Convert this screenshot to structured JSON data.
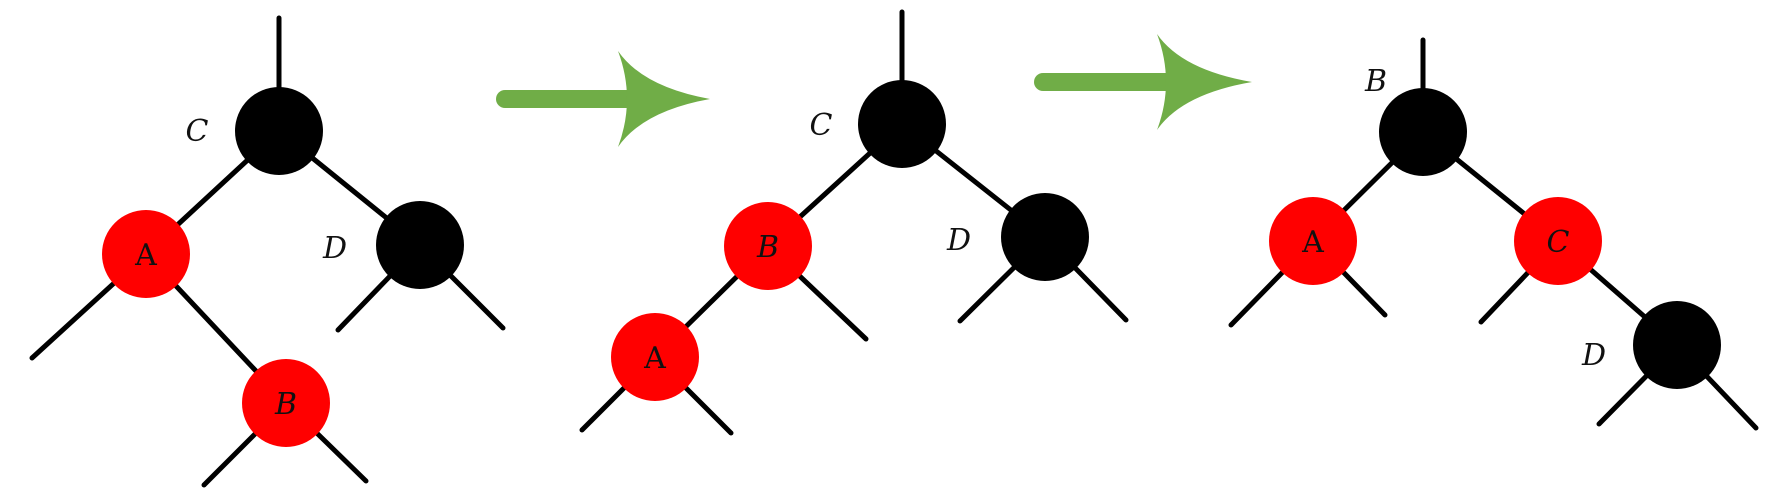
{
  "colors": {
    "red": "#ff0000",
    "black": "#000000",
    "arrow": "#70ad47",
    "edge": "#000000"
  },
  "diagrams": [
    {
      "nodes": [
        {
          "id": "C",
          "label": "C",
          "color": "black",
          "label_position": "left"
        },
        {
          "id": "A",
          "label": "A",
          "color": "red",
          "label_position": "inside"
        },
        {
          "id": "D",
          "label": "D",
          "color": "black",
          "label_position": "left"
        },
        {
          "id": "B",
          "label": "B",
          "color": "red",
          "label_position": "inside",
          "italic": true
        }
      ],
      "edges": [
        [
          "C",
          "A"
        ],
        [
          "C",
          "D"
        ],
        [
          "A",
          "B"
        ]
      ]
    },
    {
      "nodes": [
        {
          "id": "C",
          "label": "C",
          "color": "black",
          "label_position": "left"
        },
        {
          "id": "B",
          "label": "B",
          "color": "red",
          "label_position": "inside",
          "italic": true
        },
        {
          "id": "D",
          "label": "D",
          "color": "black",
          "label_position": "left"
        },
        {
          "id": "A",
          "label": "A",
          "color": "red",
          "label_position": "inside"
        }
      ],
      "edges": [
        [
          "C",
          "B"
        ],
        [
          "C",
          "D"
        ],
        [
          "B",
          "A"
        ]
      ]
    },
    {
      "nodes": [
        {
          "id": "B",
          "label": "B",
          "color": "black",
          "label_position": "left"
        },
        {
          "id": "A",
          "label": "A",
          "color": "red",
          "label_position": "inside"
        },
        {
          "id": "C",
          "label": "C",
          "color": "red",
          "label_position": "inside",
          "italic": true
        },
        {
          "id": "D",
          "label": "D",
          "color": "black",
          "label_position": "left"
        }
      ],
      "edges": [
        [
          "B",
          "A"
        ],
        [
          "B",
          "C"
        ],
        [
          "C",
          "D"
        ]
      ]
    }
  ],
  "arrows": [
    {
      "direction": "right"
    },
    {
      "direction": "right"
    }
  ]
}
